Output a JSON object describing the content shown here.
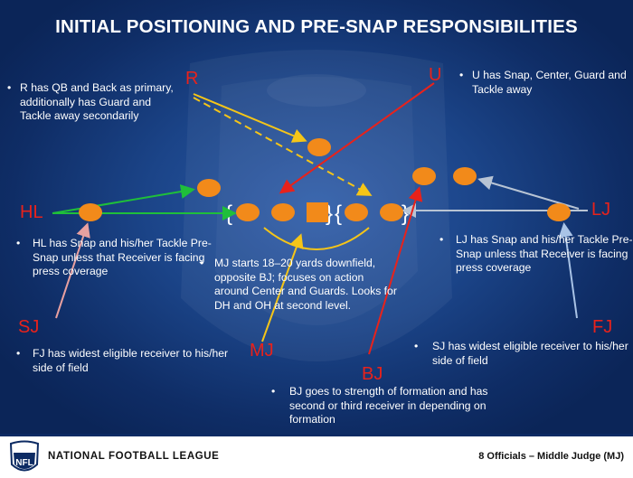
{
  "title": "INITIAL POSITIONING AND PRE-SNAP RESPONSIBILITIES",
  "officials": {
    "R": "R",
    "U": "U",
    "HL": "HL",
    "LJ": "LJ",
    "SJ": "SJ",
    "FJ": "FJ",
    "MJ": "MJ",
    "BJ": "BJ"
  },
  "notes": {
    "r": "R has QB and Back as primary, additionally has Guard and Tackle away secondarily",
    "u": "U has Snap, Center, Guard and Tackle away",
    "hl": "HL has Snap and his/her Tackle Pre-Snap unless that Receiver is facing press coverage",
    "lj": "LJ has Snap and his/her Tackle Pre-Snap unless that Receiver is facing press coverage",
    "mj": "MJ starts 18–20 yards downfield, opposite BJ; focuses on action around Center and Guards. Looks for DH and OH at second level.",
    "fj": "FJ has widest eligible receiver to his/her side of field",
    "sj": "SJ has widest eligible receiver to his/her side of field",
    "bj": "BJ goes to strength of formation and has second or third receiver in depending on formation"
  },
  "bullet": "•",
  "footer": {
    "logo_text": "NFL",
    "league": "NATIONAL FOOTBALL LEAGUE",
    "right": "8 Officials – Middle Judge (MJ)"
  },
  "colors": {
    "player": "#f28a1a",
    "official_label": "#e8221b",
    "green_arrow": "#1fbf3a",
    "yellow_arrow": "#f5c518",
    "red_arrow": "#e8221b",
    "pink_arrow": "#e8a0a0",
    "lightblue_arrow": "#a9c3e6",
    "gray_arrow": "#b8c4d4",
    "background": "#1b4488"
  }
}
